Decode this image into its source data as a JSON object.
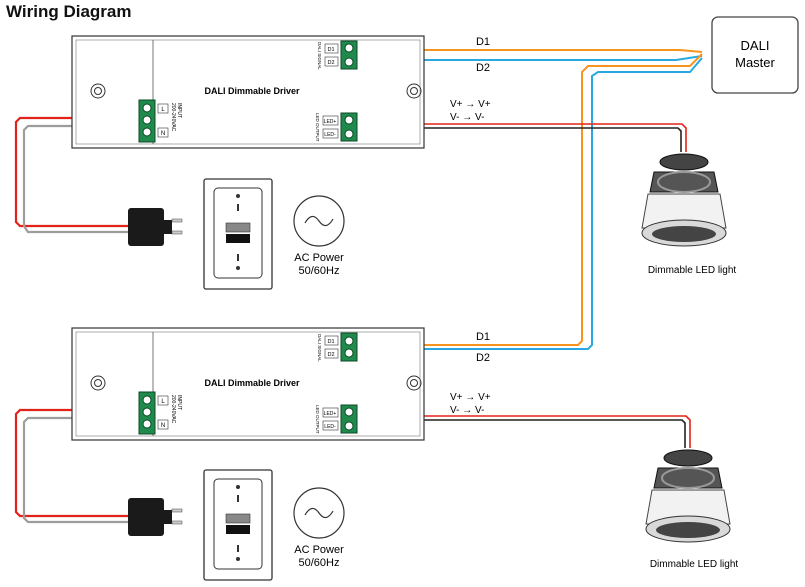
{
  "title": "Wiring Diagram",
  "master": {
    "line1": "DALI",
    "line2": "Master"
  },
  "driver": {
    "label": "DALI Dimmable Driver",
    "dali_side": "DALI SIGNAL",
    "input_side_1": "INPUT",
    "input_side_2": "200-240VAC",
    "output_side": "LED OUTPUT",
    "terminal_l": "L",
    "terminal_n": "N",
    "terminal_d1": "D1",
    "terminal_d2": "D2",
    "terminal_led_plus": "LED+",
    "terminal_led_minus": "LED-"
  },
  "wires": {
    "d1": "D1",
    "d2": "D2"
  },
  "mapping": {
    "vplus": "V+  → V+",
    "vminus": "V-   → V-"
  },
  "power": {
    "line1": "AC Power",
    "line2": "50/60Hz"
  },
  "light_label": "Dimmable LED light",
  "colors": {
    "orange": "#f7941d",
    "blue": "#29a8e0",
    "red": "#e2231a",
    "grey": "#9d9d9d",
    "green": "#1f8a4c"
  }
}
